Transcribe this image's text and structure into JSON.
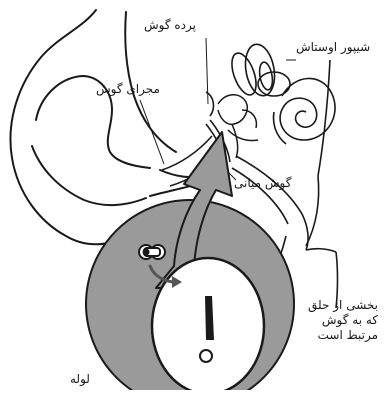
{
  "labels": {
    "eardrum": "پرده گوش",
    "eustachian_tube": "شیپور اوستاش",
    "ear_canal": "مجرای گوش",
    "middle_ear": "گوش میانی",
    "throat_part": "بخشی از حلق که به گوش مرتبط است",
    "tube": "لوله"
  },
  "colors": {
    "line": "#1a1a1a",
    "magnifier_fill": "#9a9a9a",
    "arrow_fill": "#9a9a9a",
    "tube_fill": "#ffffff"
  },
  "icons": [
    "ear-outline",
    "cochlea-icon",
    "tube-icon",
    "magnifier-circle",
    "curved-arrow-icon"
  ]
}
